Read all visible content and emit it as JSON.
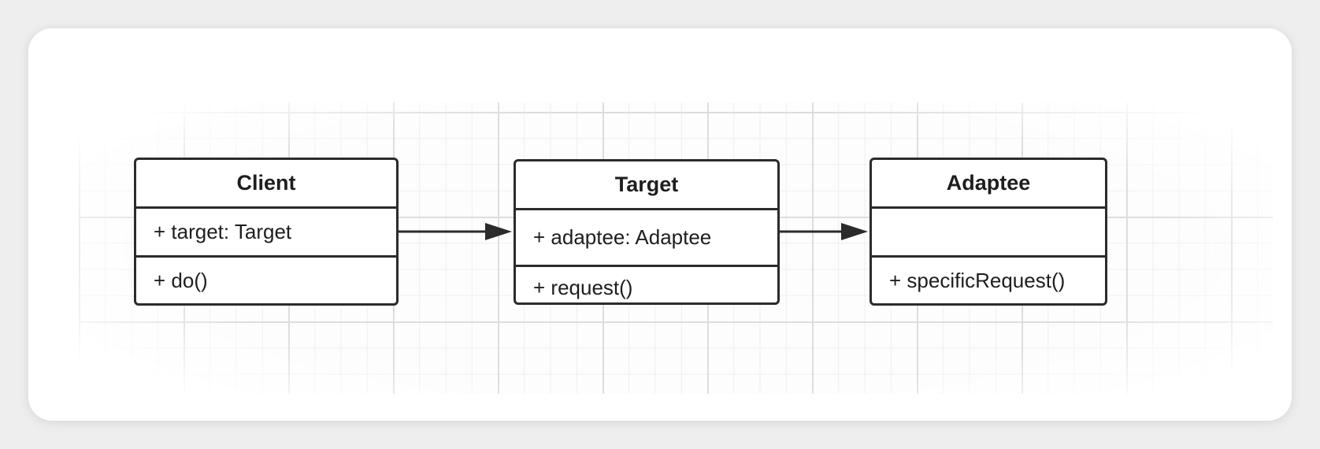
{
  "diagram": {
    "classes": [
      {
        "name": "Client",
        "attributes": [
          "+ target: Target"
        ],
        "operations": [
          "+ do()"
        ]
      },
      {
        "name": "Target",
        "attributes": [
          "+ adaptee: Adaptee"
        ],
        "operations": [
          "+ request()"
        ]
      },
      {
        "name": "Adaptee",
        "attributes": [],
        "operations": [
          "+ specificRequest()"
        ]
      }
    ],
    "associations": [
      {
        "from": "Client",
        "to": "Target",
        "arrowhead": "filled-triangle"
      },
      {
        "from": "Target",
        "to": "Adaptee",
        "arrowhead": "filled-triangle"
      }
    ]
  },
  "colors": {
    "line": "#2b2b2b",
    "box_fill": "#ffffff",
    "grid": "#dcdcdc"
  }
}
